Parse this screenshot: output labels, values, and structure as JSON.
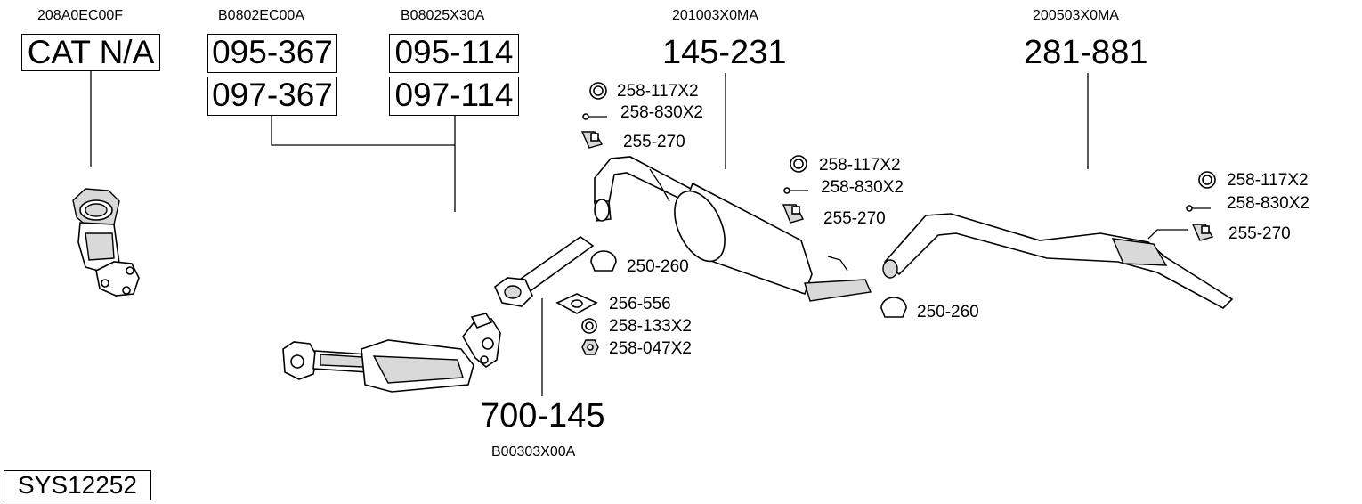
{
  "oe_codes": {
    "catalyst": "208A0EC00F",
    "front_pipe": "B0802EC00A",
    "front_pipe_alt": "B08025X30A",
    "middle_silencer": "201003X0MA",
    "rear_silencer": "200503X0MA",
    "flex_pipe": "B00303X00A"
  },
  "part_numbers": {
    "catalyst": "CAT N/A",
    "front_pipe_a": "095-367",
    "front_pipe_b": "097-367",
    "front_pipe_c": "095-114",
    "front_pipe_d": "097-114",
    "middle_silencer": "145-231",
    "rear_silencer": "281-881",
    "flex_pipe": "700-145"
  },
  "fittings": {
    "mid_ring": "258-117X2",
    "mid_bolt": "258-830X2",
    "mid_hanger": "255-270",
    "center_ring": "258-117X2",
    "center_bolt": "258-830X2",
    "center_hanger": "255-270",
    "rear_ring": "258-117X2",
    "rear_bolt": "258-830X2",
    "rear_hanger": "255-270",
    "clamp_front": "250-260",
    "gasket": "256-556",
    "spring_ring": "258-133X2",
    "nut": "258-047X2",
    "clamp_mid": "250-260"
  },
  "system_id": "SYS12252"
}
